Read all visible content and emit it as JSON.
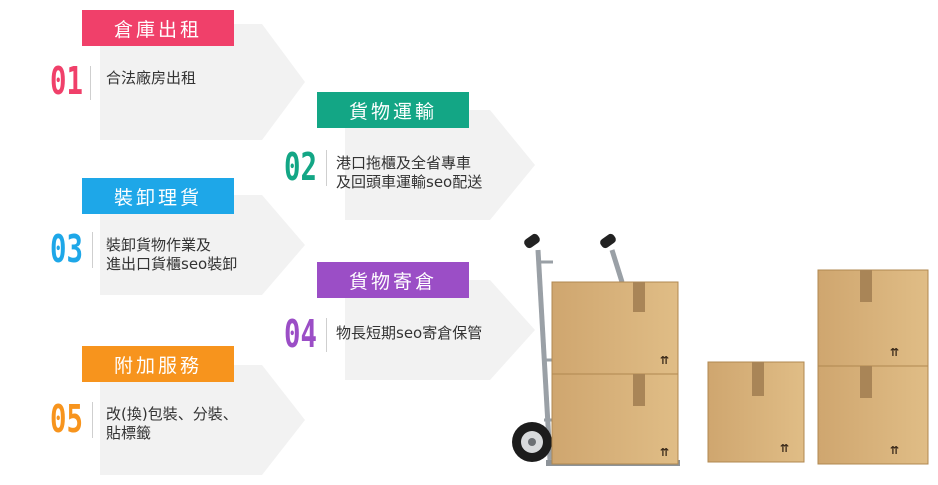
{
  "colors": {
    "red": "#f0406a",
    "green": "#13a685",
    "blue": "#1ea7e8",
    "purple": "#9b4ec6",
    "orange": "#f7941d",
    "box": "#d9b57e",
    "tape": "#b79362"
  },
  "services": [
    {
      "title": "倉庫出租",
      "number": "01",
      "lines": [
        "合法廠房出租"
      ]
    },
    {
      "title": "貨物運輸",
      "number": "02",
      "lines": [
        "港口拖櫃及全省專車",
        "及回頭車運輸seo配送"
      ]
    },
    {
      "title": "裝卸理貨",
      "number": "03",
      "lines": [
        "裝卸貨物作業及",
        "進出口貨櫃seo裝卸"
      ]
    },
    {
      "title": "貨物寄倉",
      "number": "04",
      "lines": [
        "物長短期seo寄倉保管"
      ]
    },
    {
      "title": "附加服務",
      "number": "05",
      "lines": [
        "改(換)包裝、分裝、",
        "貼標籤"
      ]
    }
  ],
  "illustration": {
    "name": "hand-truck-with-boxes",
    "icon": "this-side-up-arrows-icon"
  }
}
